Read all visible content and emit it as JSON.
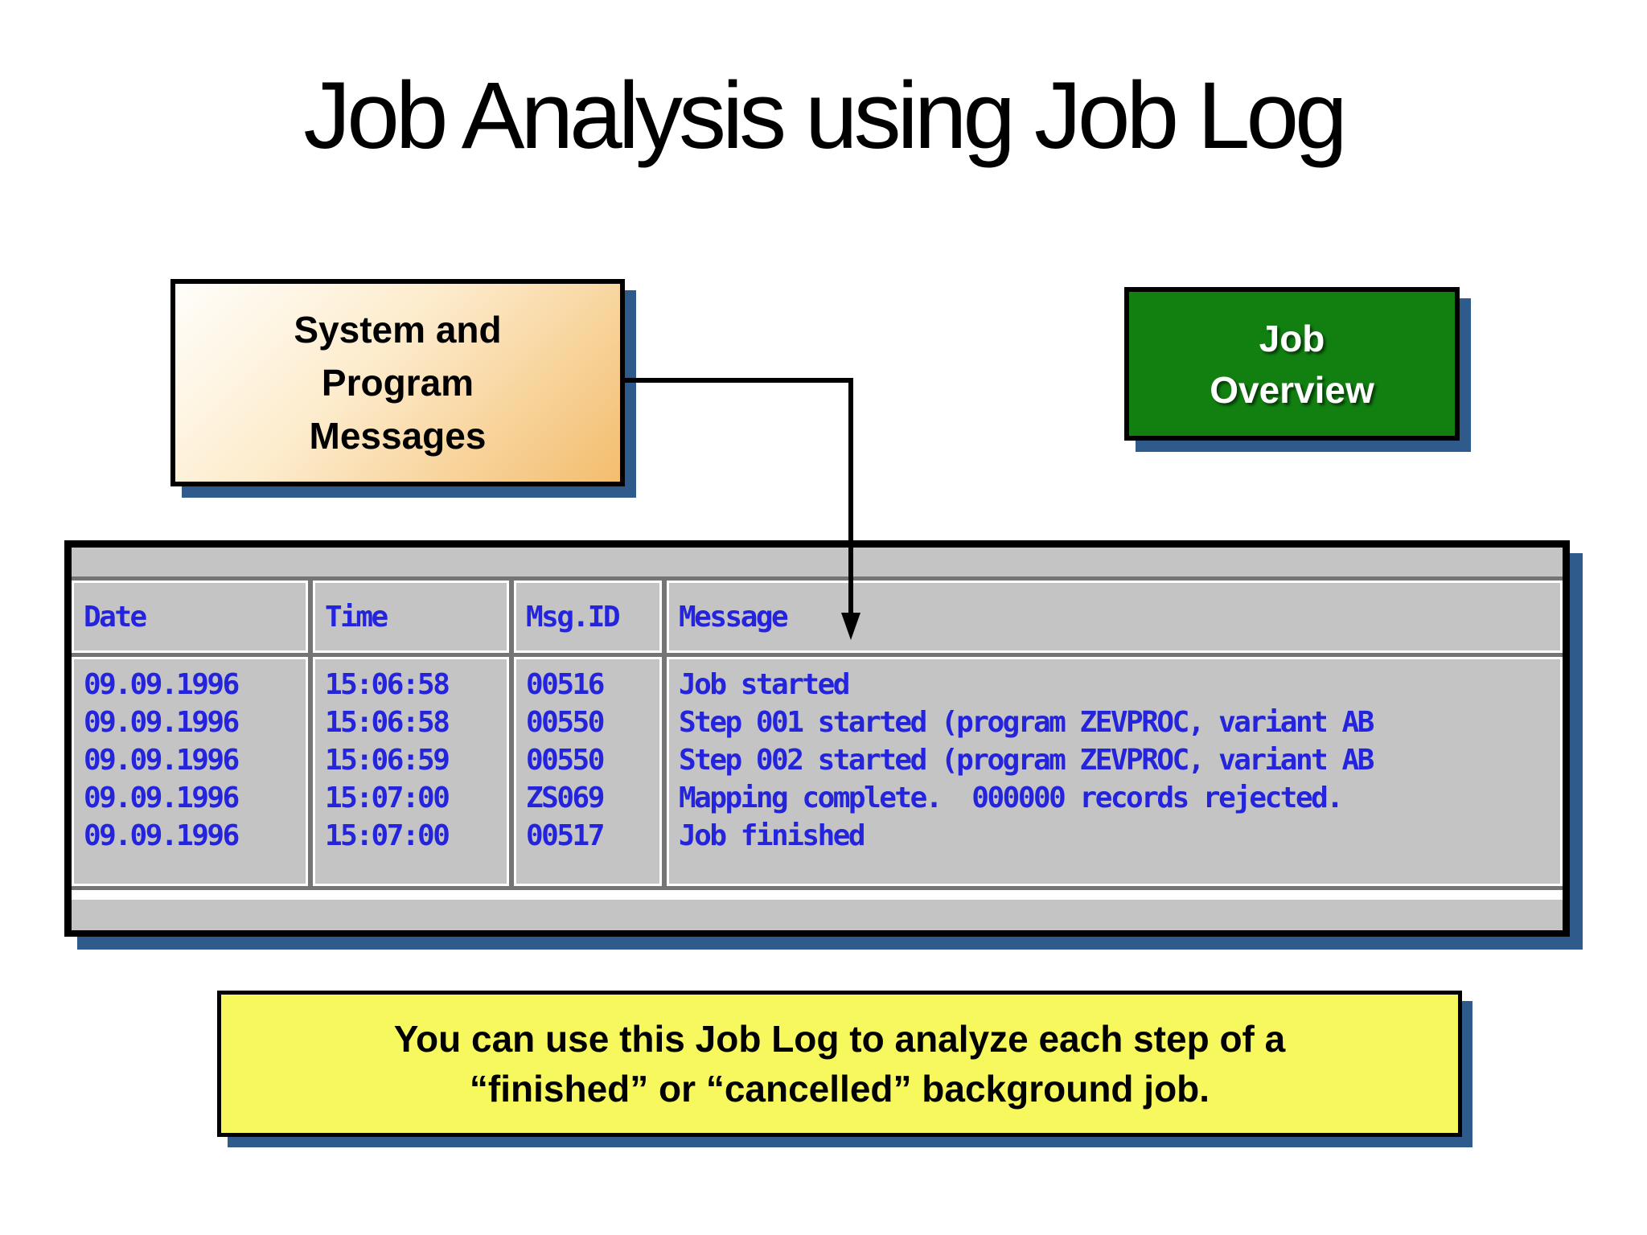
{
  "title": "Job Analysis using Job Log",
  "labels": {
    "system_messages": [
      "System and",
      "Program",
      "Messages"
    ],
    "job_overview": [
      "Job",
      "Overview"
    ]
  },
  "job_log_table": {
    "columns": [
      "Date",
      "Time",
      "Msg.ID",
      "Message"
    ],
    "rows": [
      [
        "09.09.1996",
        "15:06:58",
        "00516",
        "Job started"
      ],
      [
        "09.09.1996",
        "15:06:58",
        "00550",
        "Step 001 started (program ZEVPROC, variant AB"
      ],
      [
        "09.09.1996",
        "15:06:59",
        "00550",
        "Step 002 started (program ZEVPROC, variant AB"
      ],
      [
        "09.09.1996",
        "15:07:00",
        "ZS069",
        "Mapping complete.  000000 records rejected."
      ],
      [
        "09.09.1996",
        "15:07:00",
        "00517",
        "Job finished"
      ]
    ]
  },
  "note": [
    "You can use this Job Log to analyze each step of a",
    "“finished” or “cancelled” background job."
  ],
  "colors": {
    "log_text_blue": "#2424dd",
    "window_gray": "#c4c4c4",
    "divider_gray": "#757575",
    "shadow_navy": "#2e5b8c",
    "label_orange": "#f3bd6e",
    "label_green": "#118011",
    "note_yellow": "#f7f75e"
  }
}
